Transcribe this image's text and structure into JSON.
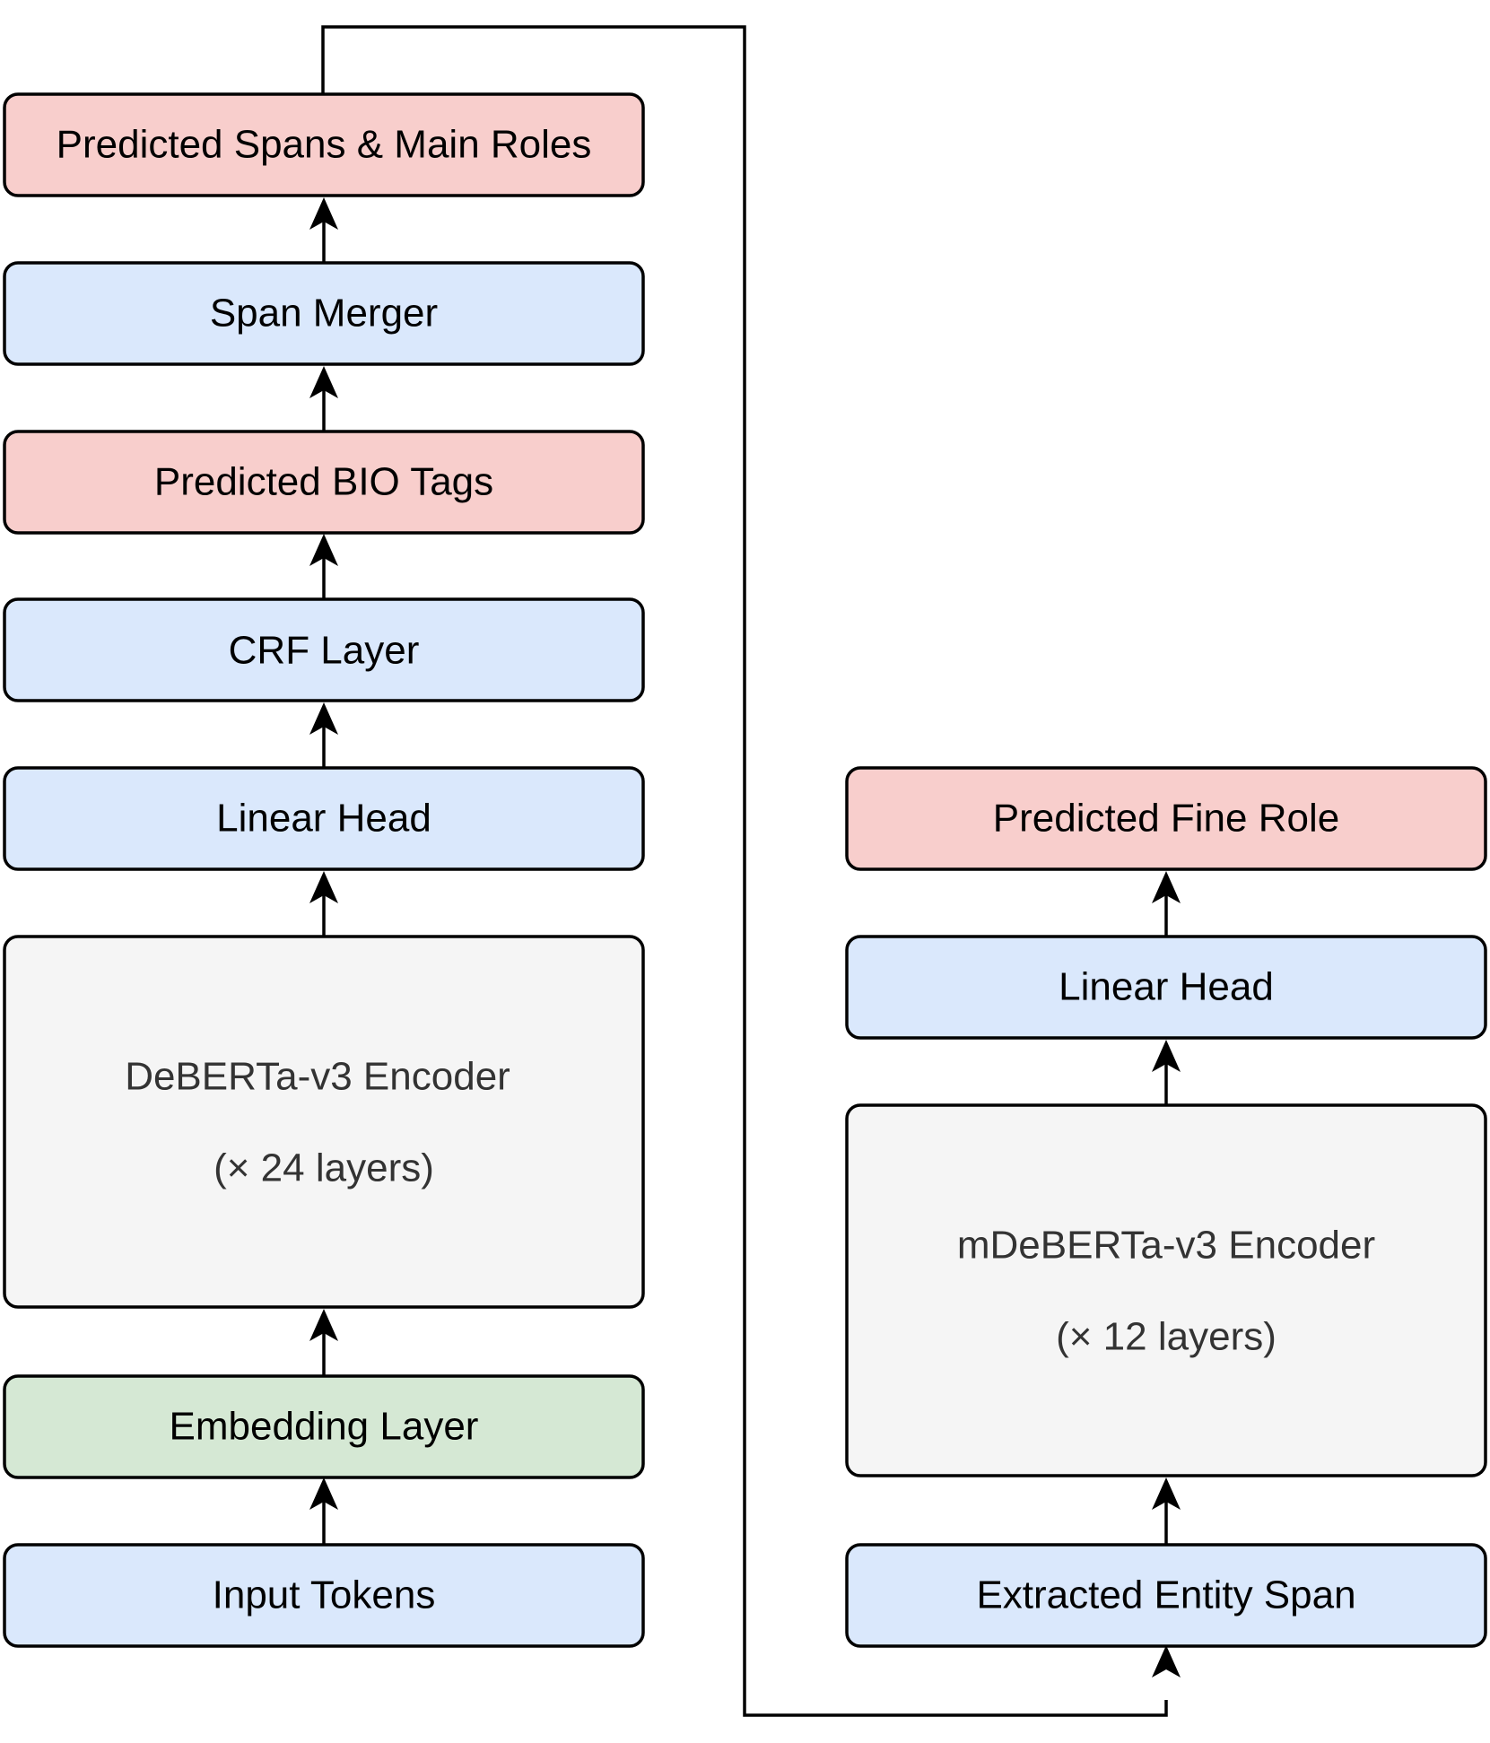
{
  "left_column": {
    "predicted_spans": "Predicted Spans & Main Roles",
    "span_merger": "Span Merger",
    "predicted_bio": "Predicted BIO Tags",
    "crf_layer": "CRF Layer",
    "linear_head": "Linear Head",
    "encoder_title": "DeBERTa-v3 Encoder",
    "encoder_layers": "(× 24 layers)",
    "embedding_layer": "Embedding Layer",
    "input_tokens": "Input Tokens"
  },
  "right_column": {
    "predicted_fine_role": "Predicted Fine Role",
    "linear_head": "Linear Head",
    "encoder_title": "mDeBERTa-v3 Encoder",
    "encoder_layers": "(× 12 layers)",
    "extracted_span": "Extracted Entity Span"
  },
  "colors": {
    "blue_fill": "#dae8fc",
    "red_fill": "#f8cecc",
    "green_fill": "#d5e8d4",
    "gray_fill": "#f5f5f5",
    "stroke": "#000000"
  }
}
